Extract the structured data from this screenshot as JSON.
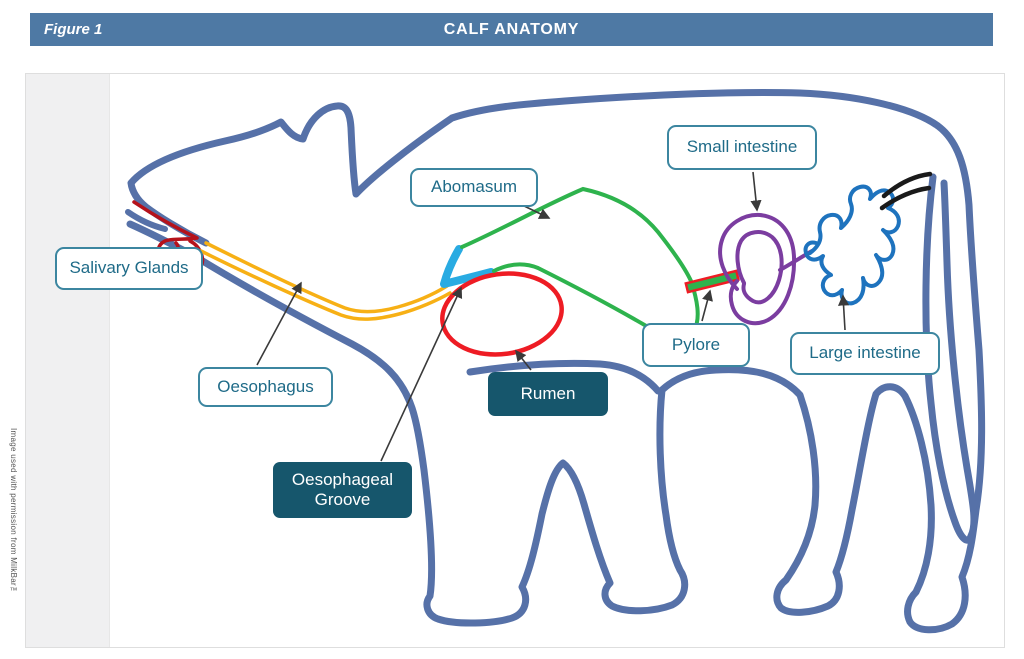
{
  "header": {
    "figure_label": "Figure 1",
    "title": "CALF ANATOMY"
  },
  "labels": {
    "salivary_glands": {
      "text": "Salivary Glands",
      "style": "outline"
    },
    "oesophagus": {
      "text": "Oesophagus",
      "style": "outline"
    },
    "abomasum": {
      "text": "Abomasum",
      "style": "outline"
    },
    "small_intestine": {
      "text": "Small intestine",
      "style": "outline"
    },
    "pylore": {
      "text": "Pylore",
      "style": "outline"
    },
    "large_intestine": {
      "text": "Large intestine",
      "style": "outline"
    },
    "rumen": {
      "text": "Rumen",
      "style": "filled"
    },
    "oesophageal_groove": {
      "text": "Oesophageal Groove",
      "style": "filled"
    }
  },
  "credit": "Image used with permission from MilkBar™",
  "colors": {
    "header_bar": "#4e79a4",
    "label_border": "#3c86a0",
    "label_text": "#1f6b88",
    "filled_label_bg": "#16566c",
    "filled_label_text": "#ffffff",
    "calf_outline": "#5671a8",
    "oesophagus_yellow": "#f7b015",
    "salivary_red": "#b5121b",
    "rumen_red": "#ee1c24",
    "groove_cyan": "#29abe2",
    "abomasum_green": "#2eb34d",
    "small_intestine_purple": "#7b3da0",
    "large_intestine_blue": "#1e73be",
    "rectum_black": "#1a1a1a",
    "arrow": "#3a3a3a"
  }
}
